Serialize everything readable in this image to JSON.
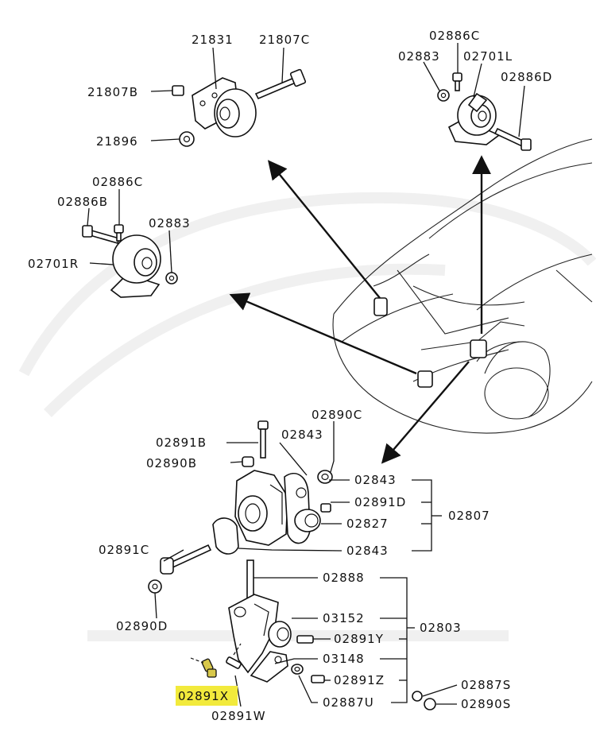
{
  "labels": {
    "l21831": "21831",
    "l21807C": "21807C",
    "l21807B": "21807B",
    "l21896": "21896",
    "l02886C_top": "02886C",
    "l02883_top": "02883",
    "l02701L": "02701L",
    "l02886D": "02886D",
    "l02886C_left": "02886C",
    "l02886B": "02886B",
    "l02883_left": "02883",
    "l02701R": "02701R",
    "l02890C": "02890C",
    "l02891B": "02891B",
    "l02843_a": "02843",
    "l02890B": "02890B",
    "l02843_b": "02843",
    "l02891D": "02891D",
    "l02807": "02807",
    "l02827": "02827",
    "l02891C": "02891C",
    "l02843_c": "02843",
    "l02888": "02888",
    "l02890D": "02890D",
    "l03152": "03152",
    "l02803": "02803",
    "l02891Y": "02891Y",
    "l03148": "03148",
    "l02891Z": "02891Z",
    "l02887S": "02887S",
    "l02887U": "02887U",
    "l02890S": "02890S",
    "l02891X": "02891X",
    "l02891W": "02891W"
  },
  "colors": {
    "highlight": "#f2ea3c",
    "highlight_part": "#d8c84a",
    "line": "#111111"
  }
}
